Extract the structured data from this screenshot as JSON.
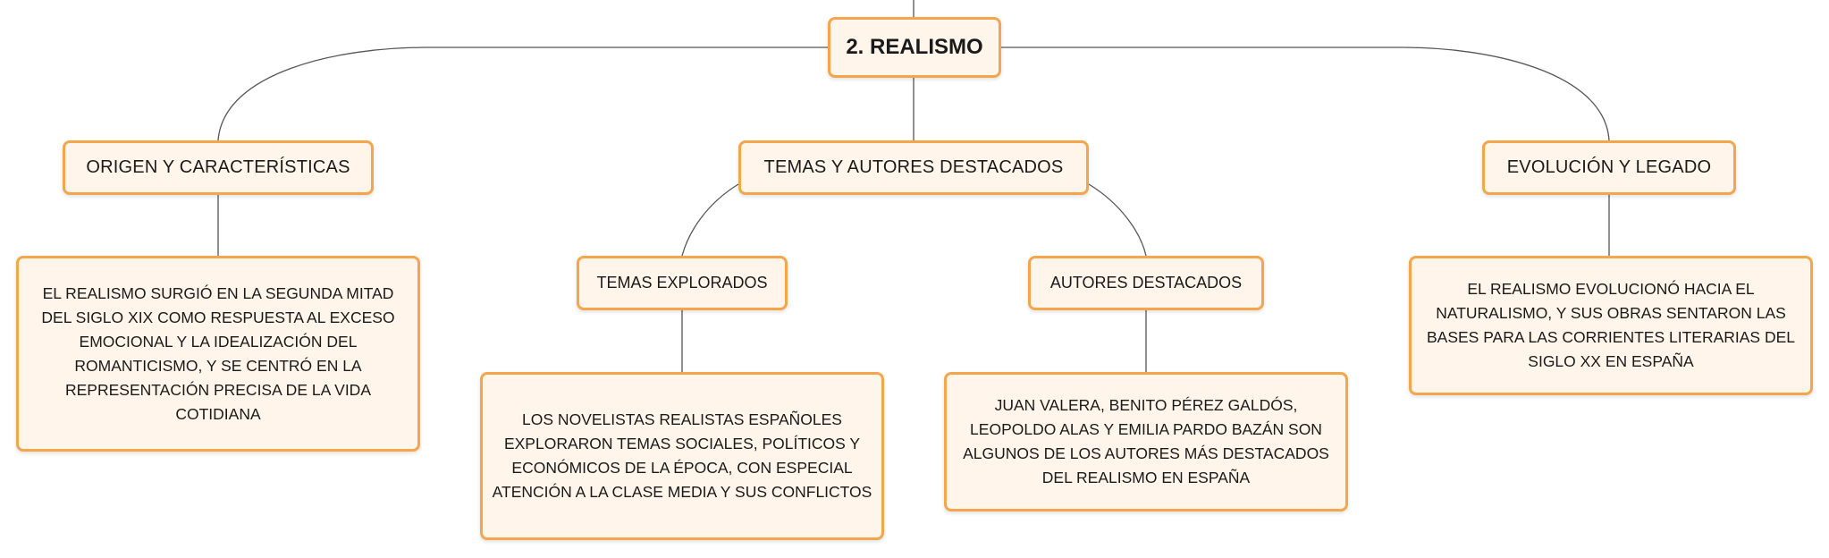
{
  "diagram": {
    "root": {
      "label": "2. REALISMO"
    },
    "branches": [
      {
        "label": "ORIGEN Y CARACTERÍSTICAS",
        "detail": "EL REALISMO SURGIÓ EN LA SEGUNDA MITAD DEL SIGLO XIX COMO RESPUESTA AL EXCESO EMOCIONAL Y LA IDEALIZACIÓN DEL ROMANTICISMO, Y SE CENTRÓ EN LA REPRESENTACIÓN PRECISA DE LA VIDA COTIDIANA"
      },
      {
        "label": "TEMAS Y AUTORES DESTACADOS",
        "children": [
          {
            "label": "TEMAS EXPLORADOS",
            "detail": "LOS NOVELISTAS REALISTAS ESPAÑOLES EXPLORARON TEMAS SOCIALES, POLÍTICOS Y ECONÓMICOS DE LA ÉPOCA, CON ESPECIAL ATENCIÓN A LA CLASE MEDIA Y SUS CONFLICTOS"
          },
          {
            "label": "AUTORES DESTACADOS",
            "detail": "JUAN VALERA, BENITO PÉREZ GALDÓS, LEOPOLDO ALAS Y EMILIA PARDO BAZÁN SON ALGUNOS DE LOS AUTORES MÁS DESTACADOS DEL REALISMO EN ESPAÑA"
          }
        ]
      },
      {
        "label": "EVOLUCIÓN Y LEGADO",
        "detail": "EL REALISMO EVOLUCIONÓ HACIA EL NATURALISMO, Y SUS OBRAS SENTARON LAS BASES PARA LAS CORRIENTES LITERARIAS DEL SIGLO XX EN ESPAÑA"
      }
    ]
  },
  "colors": {
    "node_border": "#f3a64c",
    "node_fill": "#fff5ea",
    "connector": "#555555",
    "text": "#1a1a1a"
  }
}
